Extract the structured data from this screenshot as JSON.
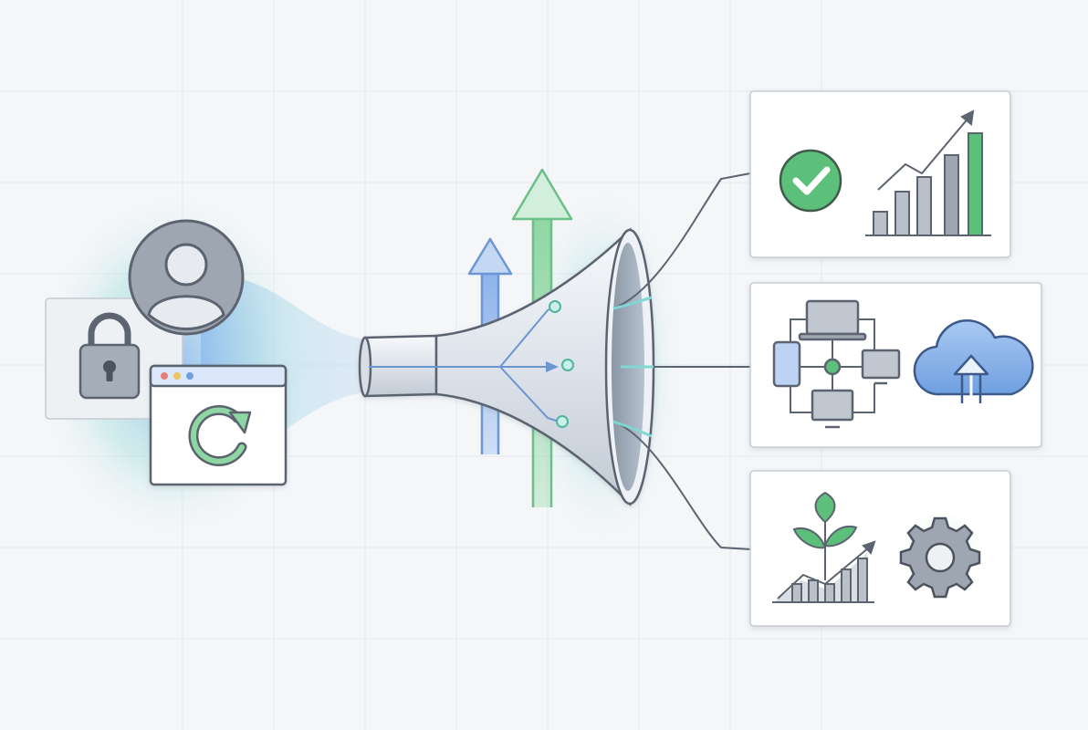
{
  "colors": {
    "background": "#f4f6f8",
    "grid": "#e3e8ee",
    "outline": "#5b6470",
    "gray_fill": "#9aa2ad",
    "gray_light": "#c8ced6",
    "green": "#5cbf7a",
    "green_light": "#d8f0df",
    "blue": "#5b8fd6",
    "blue_light": "#bcd3f3",
    "teal_glow": "#7fd8d4",
    "panel_bg": "#ffffff",
    "panel_border": "#c7ccd3"
  },
  "inputs": [
    {
      "id": "user",
      "icon": "user-avatar-icon"
    },
    {
      "id": "lock",
      "icon": "padlock-icon"
    },
    {
      "id": "browser",
      "icon": "browser-refresh-icon"
    }
  ],
  "center": {
    "icon": "funnel-icon",
    "arrows": [
      "arrow-up-blue-icon",
      "arrow-up-green-icon"
    ]
  },
  "outputs": [
    {
      "id": "success",
      "icons": [
        "checkmark-circle-icon",
        "growth-bar-chart-icon"
      ]
    },
    {
      "id": "network",
      "icons": [
        "device-network-icon",
        "cloud-upload-icon"
      ]
    },
    {
      "id": "growth",
      "icons": [
        "plant-growth-chart-icon",
        "gear-icon"
      ]
    }
  ]
}
